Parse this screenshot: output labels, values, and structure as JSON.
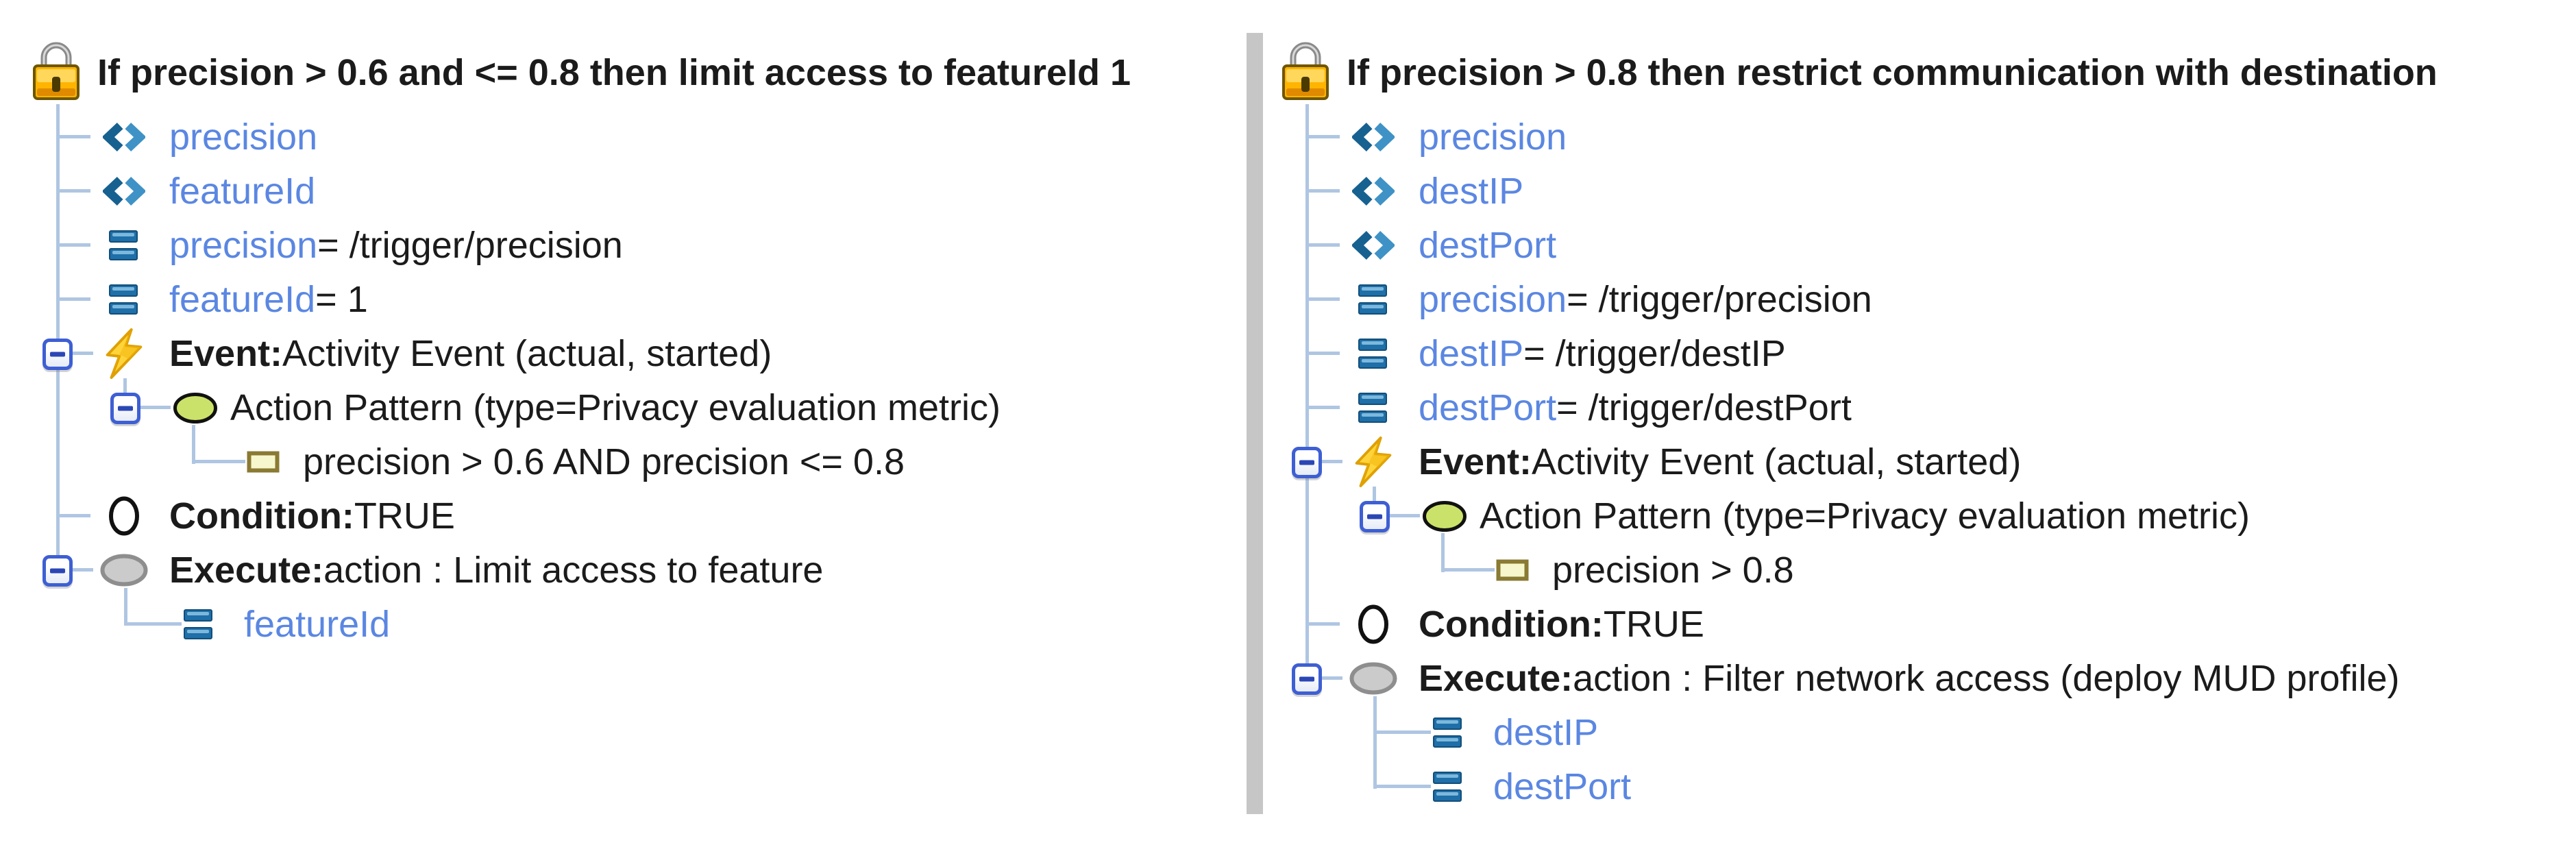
{
  "colors": {
    "background": "#ffffff",
    "variable_text": "#5B87E2",
    "plain_text": "#1b1b1b",
    "tree_line": "#AFC6E2",
    "divider_gray": "#C6C6C6",
    "toggle_border_blue": "#3E5FD3",
    "toggle_minus_blue": "#2B46B5",
    "lock_gold": "#FFB400",
    "lightning_yellow": "#FFD43A",
    "action_pattern_green": "#CBE26A",
    "execute_gray": "#CBCBCB",
    "constraint_fill": "#F7F7CE",
    "constraint_border": "#8A7A33",
    "assign_icon_blue": "#1F6FA8",
    "chevron_dark_blue": "#176191",
    "chevron_light_blue": "#3F92C6"
  },
  "icons": {
    "lock": "padlock (locked rule)",
    "variable": "angle-brackets",
    "assignment": "double-equals-bars",
    "event": "lightning-bolt",
    "action_pattern": "green-ellipse",
    "constraint": "pale-yellow-rectangle",
    "condition": "white-ellipse",
    "execute": "gray-ellipse",
    "toggle": "collapse-minus-box"
  },
  "left": {
    "title": "If precision > 0.6 and <= 0.8 then limit access to featureId 1",
    "nodes": [
      {
        "type": "variable",
        "var": "precision"
      },
      {
        "type": "variable",
        "var": "featureId"
      },
      {
        "type": "assignment",
        "var": "precision",
        "expr": " = /trigger/precision"
      },
      {
        "type": "assignment",
        "var": "featureId",
        "expr": " = 1"
      },
      {
        "type": "event",
        "bold": "Event:",
        "rest": " Activity Event (actual, started)"
      },
      {
        "type": "action-pattern",
        "text": "Action Pattern (type=Privacy evaluation metric)"
      },
      {
        "type": "constraint",
        "text": "precision > 0.6 AND precision <= 0.8"
      },
      {
        "type": "condition",
        "bold": "Condition:",
        "rest": " TRUE"
      },
      {
        "type": "execute",
        "bold": "Execute:",
        "rest": " action : Limit access to feature"
      },
      {
        "type": "output-variable",
        "var": "featureId"
      }
    ]
  },
  "right": {
    "title": "If precision > 0.8 then restrict communication with destination",
    "nodes": [
      {
        "type": "variable",
        "var": "precision"
      },
      {
        "type": "variable",
        "var": "destIP"
      },
      {
        "type": "variable",
        "var": "destPort"
      },
      {
        "type": "assignment",
        "var": "precision",
        "expr": " = /trigger/precision"
      },
      {
        "type": "assignment",
        "var": "destIP",
        "expr": " = /trigger/destIP"
      },
      {
        "type": "assignment",
        "var": "destPort",
        "expr": " = /trigger/destPort"
      },
      {
        "type": "event",
        "bold": "Event:",
        "rest": " Activity Event (actual, started)"
      },
      {
        "type": "action-pattern",
        "text": "Action Pattern (type=Privacy evaluation metric)"
      },
      {
        "type": "constraint",
        "text": "precision > 0.8"
      },
      {
        "type": "condition",
        "bold": "Condition:",
        "rest": " TRUE"
      },
      {
        "type": "execute",
        "bold": "Execute:",
        "rest": " action : Filter network access (deploy MUD profile)"
      },
      {
        "type": "output-variable",
        "var": "destIP"
      },
      {
        "type": "output-variable",
        "var": "destPort"
      }
    ]
  }
}
